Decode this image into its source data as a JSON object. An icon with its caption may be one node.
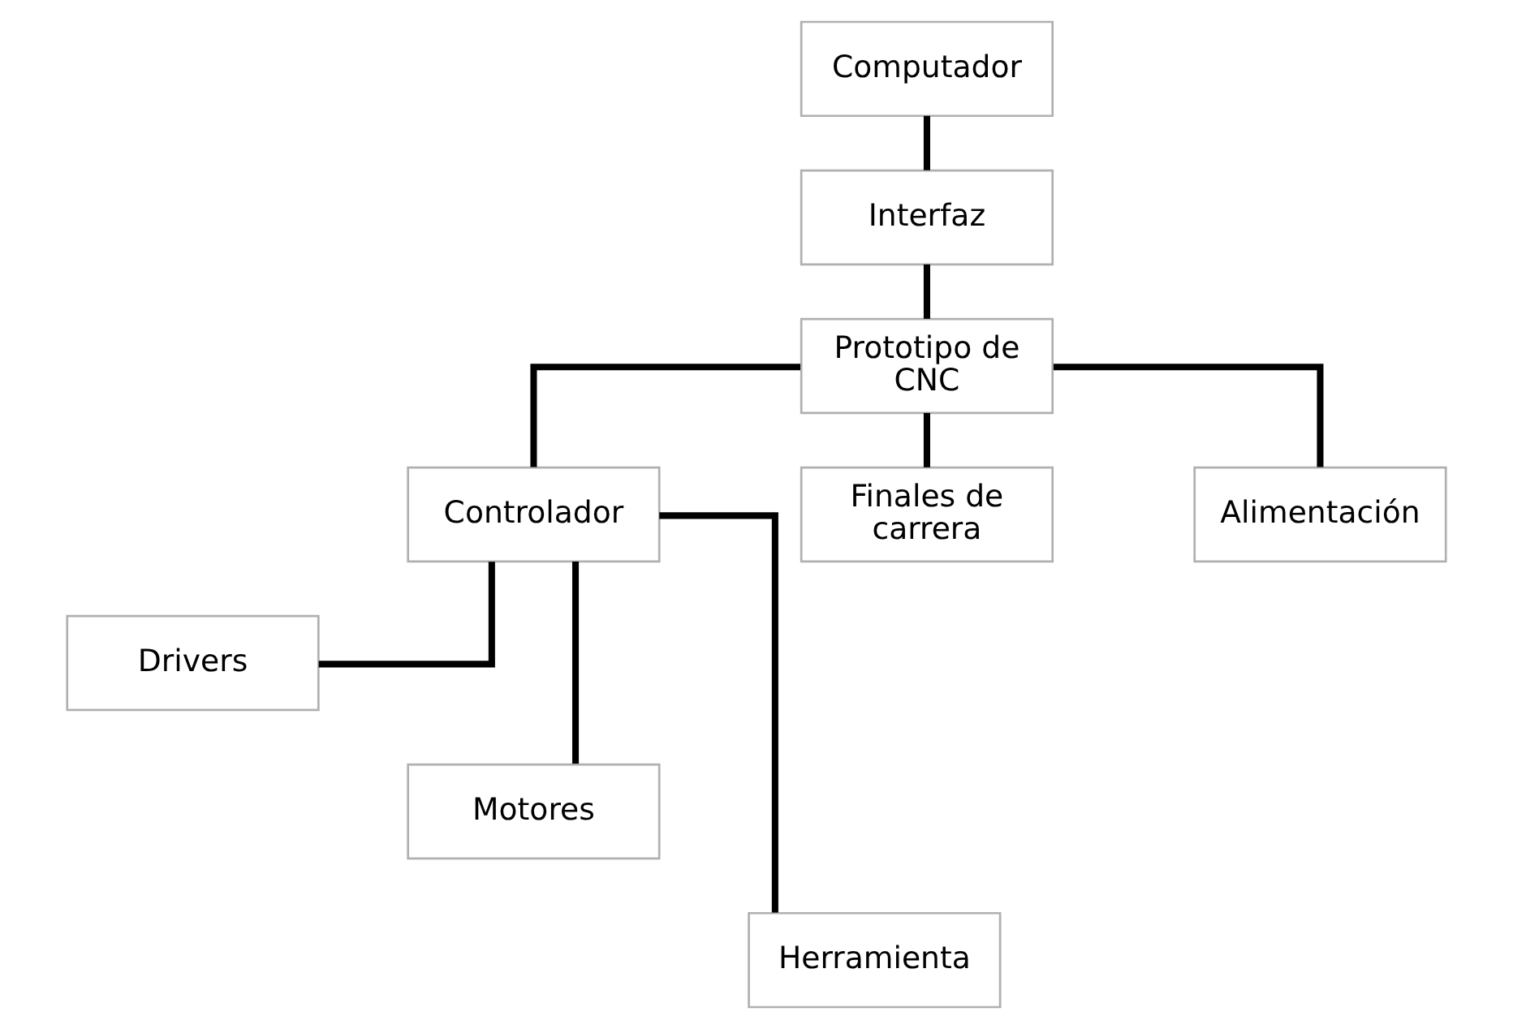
{
  "diagram": {
    "nodes": [
      {
        "text": [
          "Computador"
        ]
      },
      {
        "text": [
          "Interfaz"
        ]
      },
      {
        "text": [
          "Prototipo de CNC"
        ]
      },
      {
        "text": [
          "Controlador"
        ]
      },
      {
        "text": [
          "Finales de carrera"
        ]
      },
      {
        "text": [
          "Alimentación"
        ]
      },
      {
        "text": [
          "Drivers"
        ]
      },
      {
        "text": [
          "Motores"
        ]
      },
      {
        "text": [
          "Herramienta"
        ]
      }
    ],
    "edges": [
      {
        "from": 0,
        "to": 1,
        "arrow": "none"
      },
      {
        "from": 1,
        "to": 2,
        "arrow": "none"
      },
      {
        "from": 2,
        "to": 3,
        "arrow": "none"
      },
      {
        "from": 2,
        "to": 4,
        "arrow": "none"
      },
      {
        "from": 2,
        "to": 5,
        "arrow": "none"
      },
      {
        "from": 3,
        "to": 6,
        "arrow": "none"
      },
      {
        "from": 3,
        "to": 7,
        "arrow": "none"
      },
      {
        "from": 3,
        "to": 8,
        "arrow": "none"
      }
    ]
  }
}
